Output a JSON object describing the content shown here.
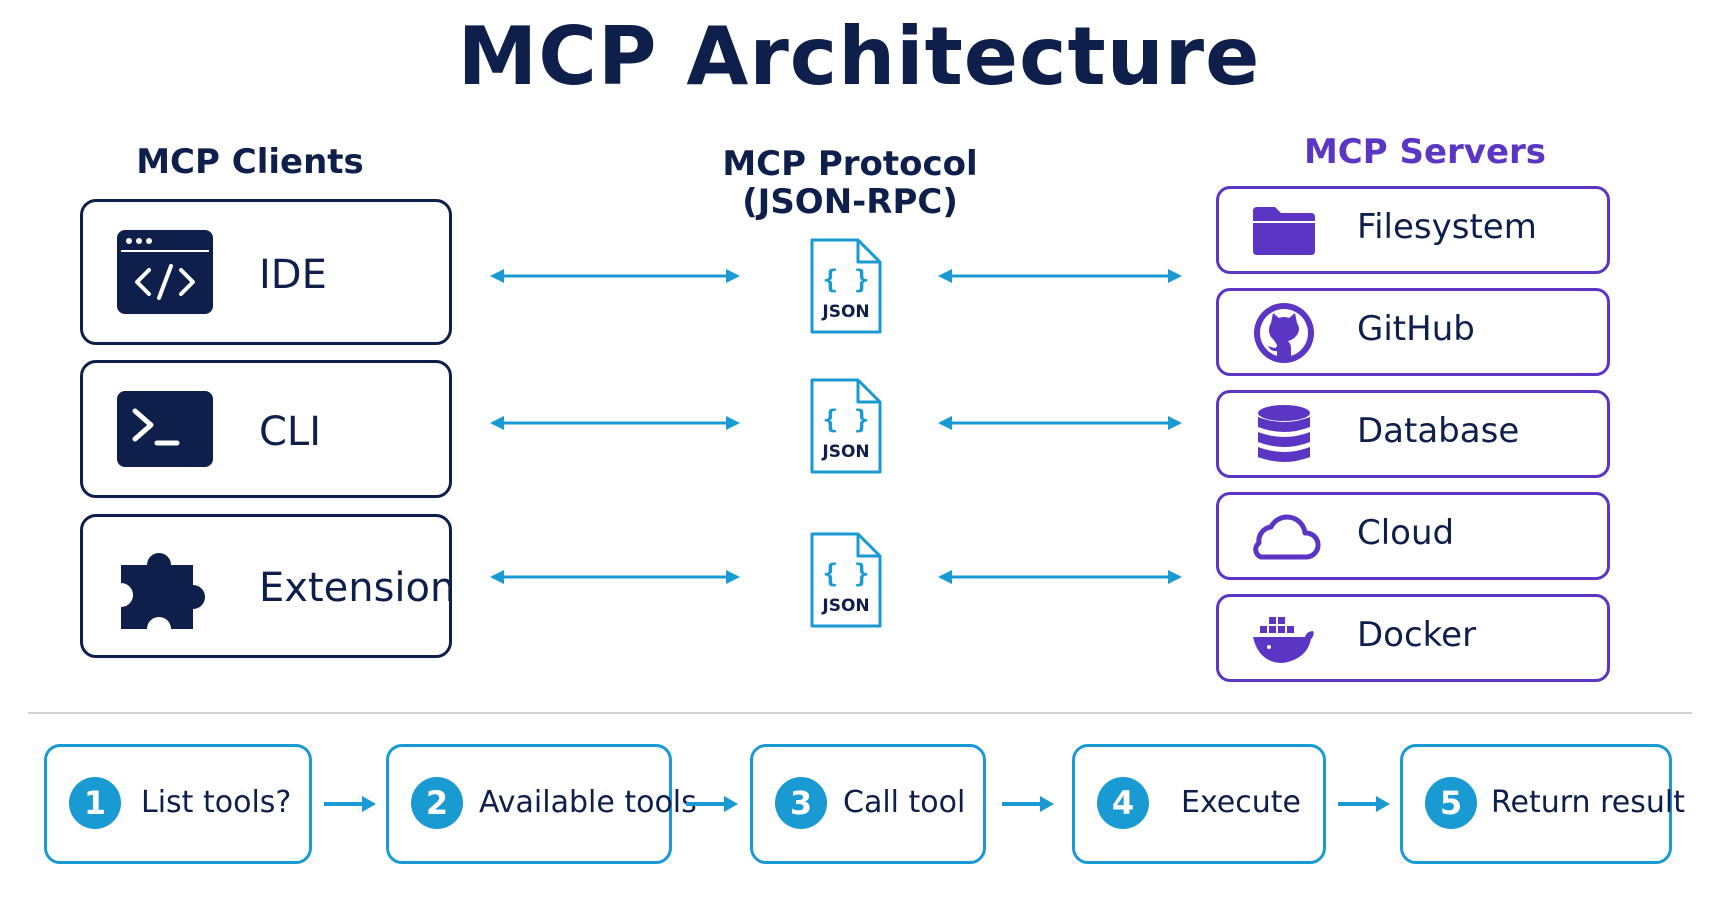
{
  "title": "MCP Architecture",
  "clients": {
    "heading": "MCP Clients",
    "items": [
      {
        "label": "IDE",
        "icon": "code-window-icon"
      },
      {
        "label": "CLI",
        "icon": "terminal-icon"
      },
      {
        "label": "Extension",
        "icon": "puzzle-icon"
      }
    ]
  },
  "protocol": {
    "heading_line1": "MCP Protocol",
    "heading_line2": "(JSON-RPC)",
    "docs": [
      {
        "label": "JSON",
        "icon": "json-file-icon"
      },
      {
        "label": "JSON",
        "icon": "json-file-icon"
      },
      {
        "label": "JSON",
        "icon": "json-file-icon"
      }
    ]
  },
  "servers": {
    "heading": "MCP Servers",
    "items": [
      {
        "label": "Filesystem",
        "icon": "folder-icon"
      },
      {
        "label": "GitHub",
        "icon": "github-icon"
      },
      {
        "label": "Database",
        "icon": "database-icon"
      },
      {
        "label": "Cloud",
        "icon": "cloud-icon"
      },
      {
        "label": "Docker",
        "icon": "docker-icon"
      }
    ]
  },
  "steps": [
    {
      "num": "1",
      "label": "List tools?"
    },
    {
      "num": "2",
      "label": "Available tools"
    },
    {
      "num": "3",
      "label": "Call tool"
    },
    {
      "num": "4",
      "label": "Execute"
    },
    {
      "num": "5",
      "label": "Return result"
    }
  ],
  "colors": {
    "navy": "#0e1f4b",
    "teal": "#1a9ad2",
    "purple": "#5b36c5",
    "divider": "#cfd3d8"
  }
}
